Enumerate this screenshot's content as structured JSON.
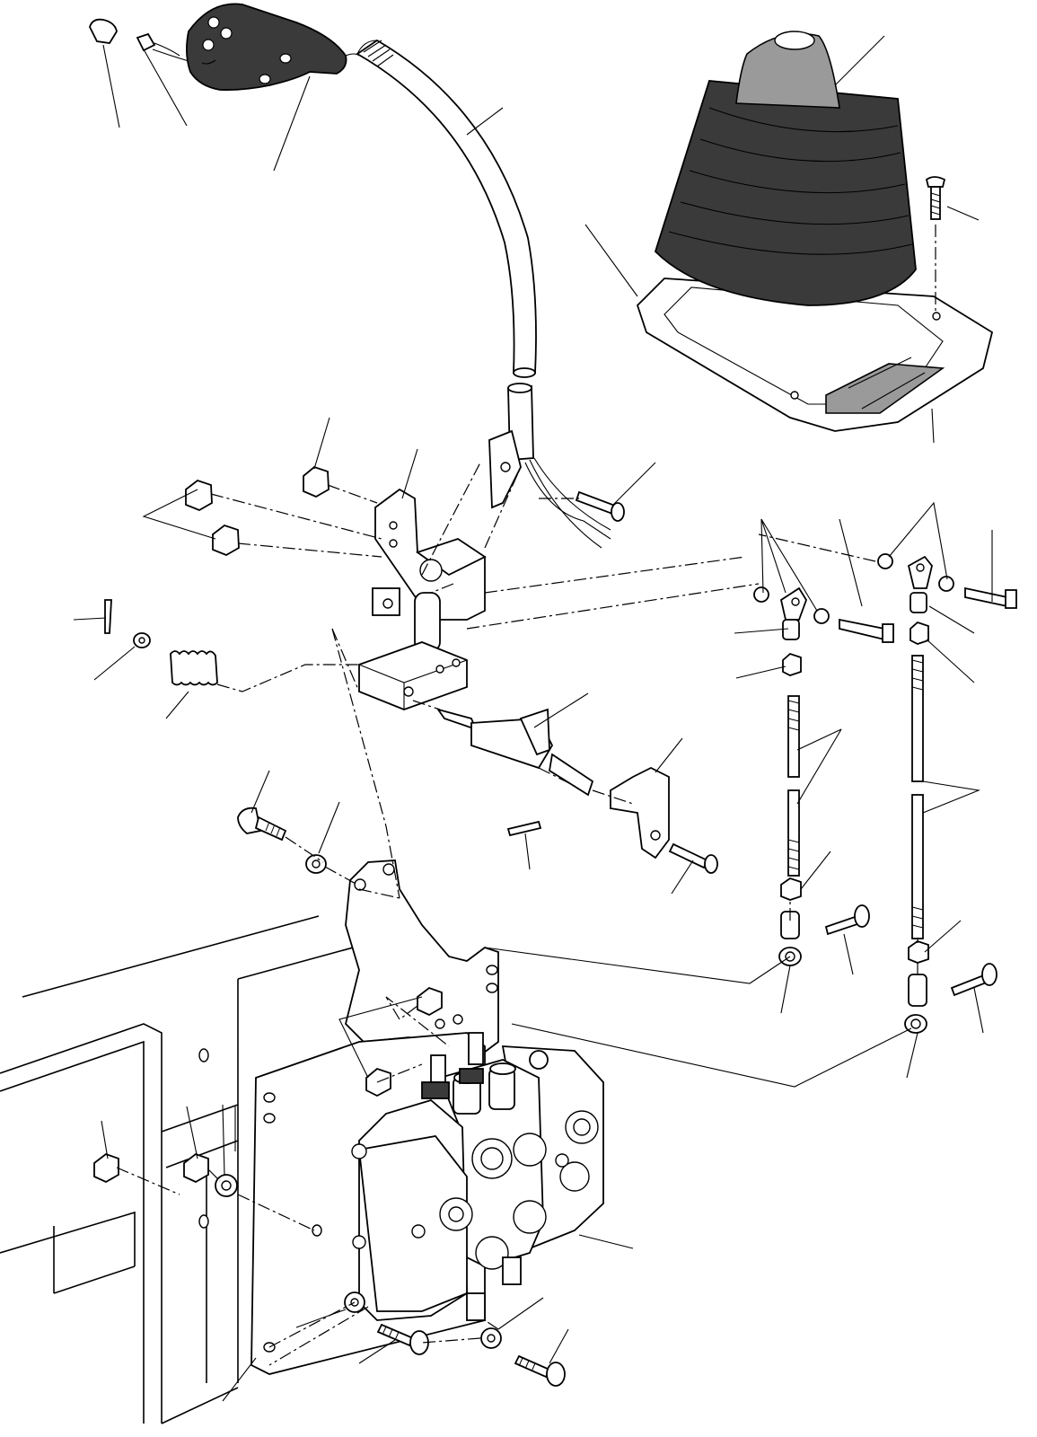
{
  "diagram": {
    "type": "exploded-parts-view",
    "text_labels": [],
    "components": [
      "cap-a",
      "cap-b",
      "joystick-grip",
      "cable-sheath",
      "cable-clamp",
      "clamp-screw",
      "rubber-boot",
      "boot-base-plate",
      "boot-screw",
      "pivot-bracket",
      "pivot-nut-top",
      "pivot-nut-left-a",
      "pivot-nut-left-b",
      "universal-joint-block",
      "split-pin",
      "spring-washer",
      "spring",
      "lever-shaft",
      "lever-arm",
      "pin",
      "arm-screw",
      "rod-left",
      "rod-right",
      "ball-joint-upper-left",
      "ball-joint-upper-right",
      "ball-joint-lower-left",
      "ball-joint-lower-right",
      "mounting-plate",
      "control-valve",
      "chassis-panel",
      "valve-nut-a",
      "valve-nut-b",
      "base-nut-a",
      "base-nut-b",
      "base-washer",
      "base-bolt-a",
      "base-bolt-b",
      "base-washer-a",
      "base-washer-b",
      "plate-bolt",
      "plate-washer"
    ]
  }
}
